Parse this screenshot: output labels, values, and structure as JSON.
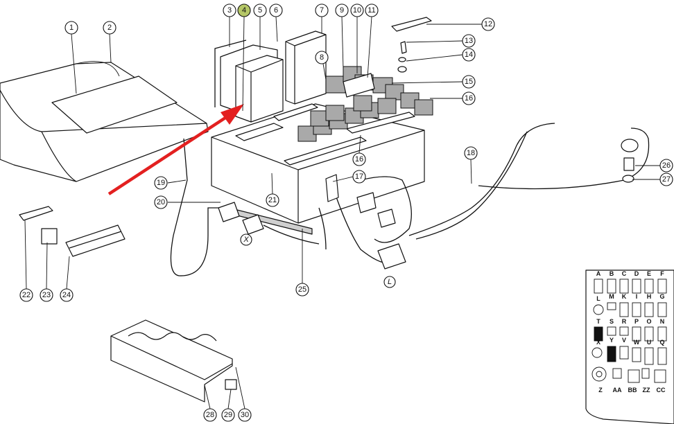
{
  "highlight_color": "#b5c767",
  "arrow_color": "#e32020",
  "callouts": [
    "1",
    "2",
    "3",
    "4",
    "5",
    "6",
    "7",
    "8",
    "9",
    "10",
    "11",
    "12",
    "13",
    "14",
    "15",
    "16",
    "16",
    "17",
    "18",
    "19",
    "20",
    "21",
    "22",
    "23",
    "24",
    "25",
    "26",
    "27",
    "28",
    "29",
    "30"
  ],
  "highlighted_callout": "4",
  "connector_letters": [
    "X",
    "L"
  ],
  "fuse_labels": {
    "row1": [
      "A",
      "B",
      "C",
      "D",
      "E",
      "F"
    ],
    "row2": [
      "L",
      "M",
      "K",
      "I",
      "H",
      "G"
    ],
    "row3": [
      "T",
      "S",
      "R",
      "P",
      "O",
      "N"
    ],
    "row4": [
      "X",
      "Y",
      "V",
      "W",
      "U",
      "Q"
    ],
    "row5": [
      "Z",
      "AA",
      "BB",
      "ZZ",
      "CC"
    ]
  }
}
